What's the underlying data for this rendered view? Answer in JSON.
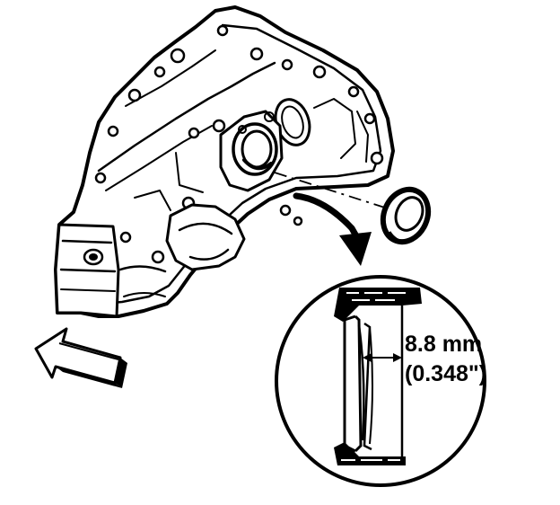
{
  "callout": {
    "measurement_metric": "8.8 mm",
    "measurement_imperial": "(0.348\")"
  },
  "colors": {
    "ink": "#000000",
    "paper": "#ffffff"
  },
  "icons": {
    "direction_arrow": "arrow-left-outline",
    "callout_arrow": "curved-arrow-down-right"
  }
}
